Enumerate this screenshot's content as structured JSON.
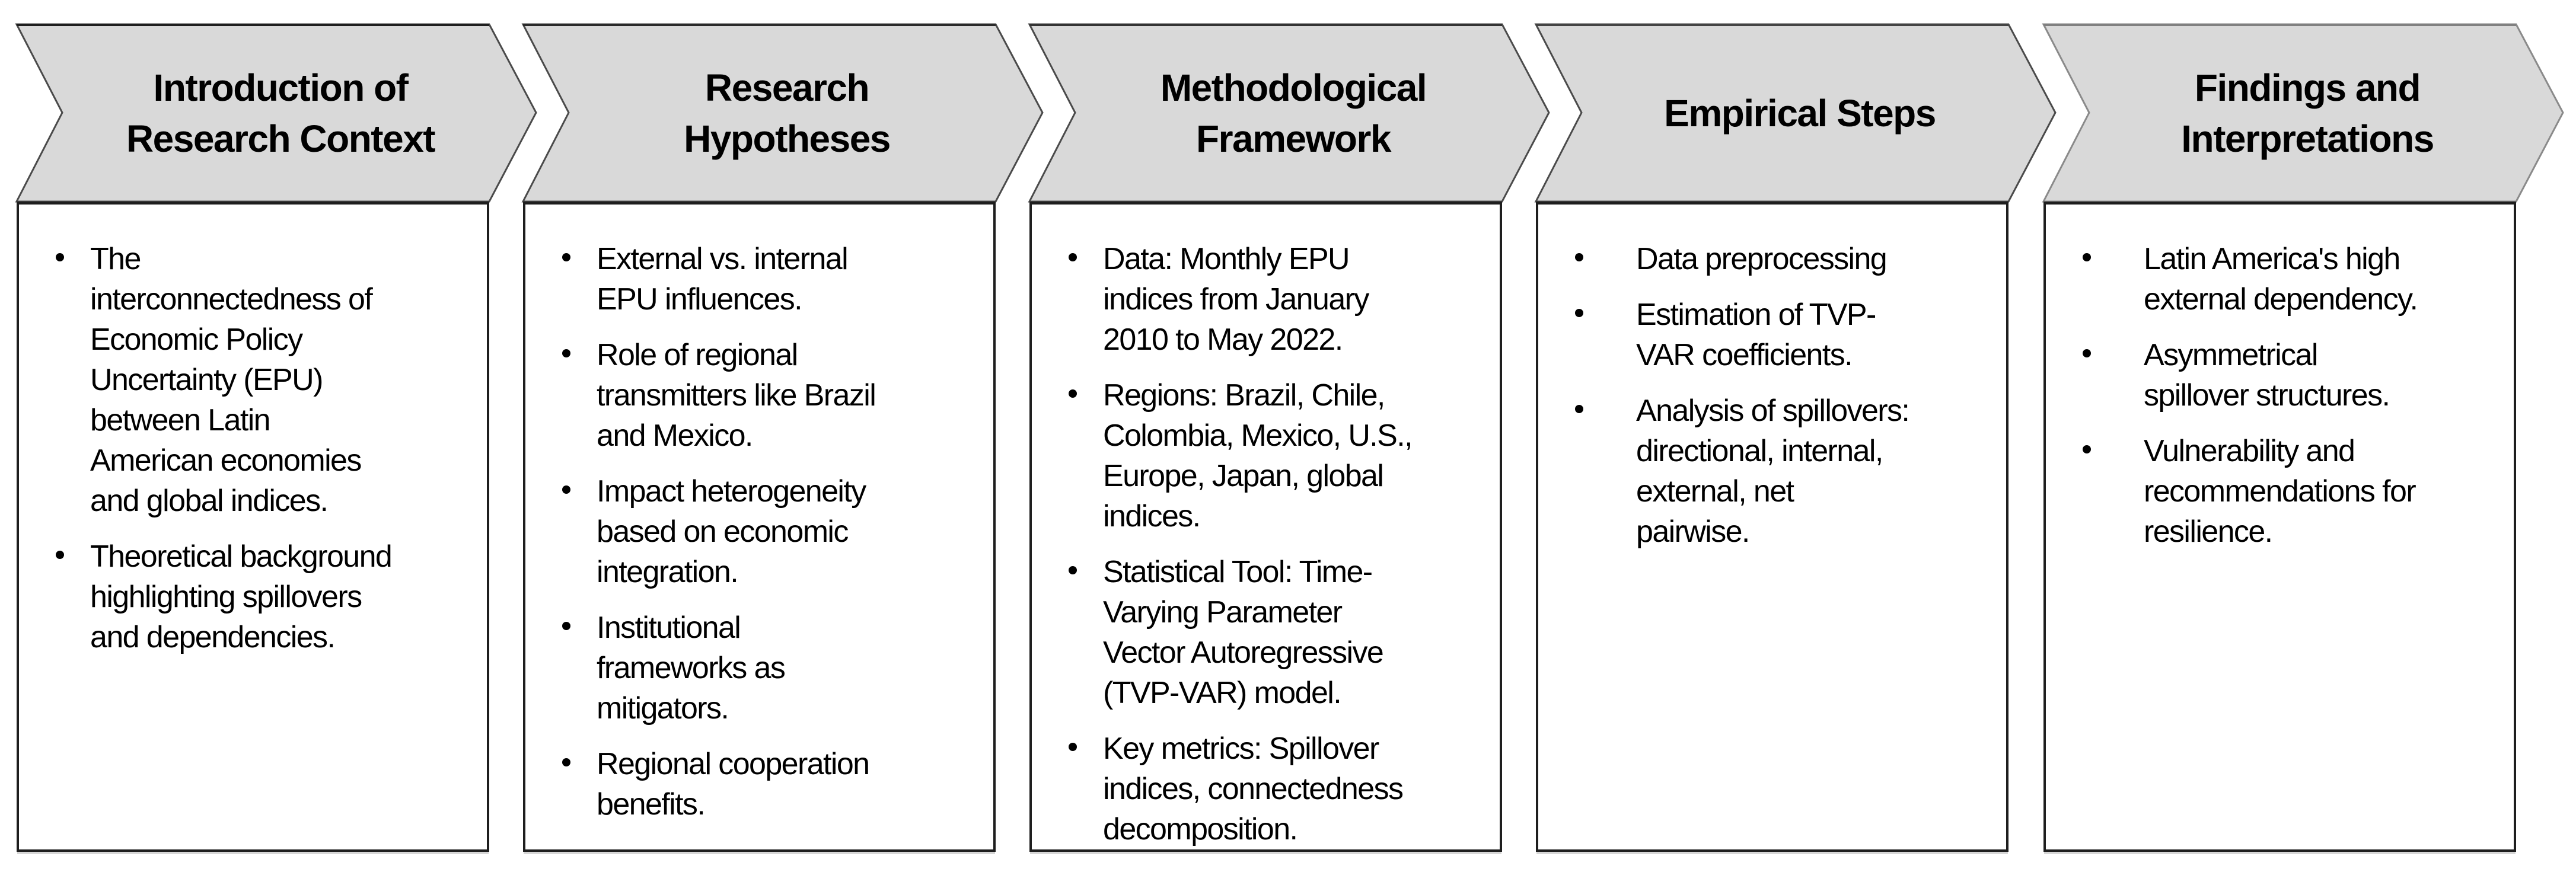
{
  "colors": {
    "chevron_fill": "#d9d9d9",
    "chevron_stroke": "#4a4a4a",
    "chevron_stroke_last": "#8a8a8a",
    "box_border": "#1e1e1e",
    "text": "#000000"
  },
  "stages": [
    {
      "title_lines": [
        "Introduction of",
        "Research Context"
      ],
      "bullets": [
        [
          "The",
          "interconnectedness of",
          "Economic Policy",
          "Uncertainty (EPU)",
          "between Latin",
          "American economies",
          "and global indices."
        ],
        [
          "Theoretical background",
          "highlighting spillovers",
          "and dependencies."
        ]
      ]
    },
    {
      "title_lines": [
        "Research",
        "Hypotheses"
      ],
      "bullets": [
        [
          "External vs. internal",
          "EPU influences."
        ],
        [
          "Role of regional",
          "transmitters like Brazil",
          "and Mexico."
        ],
        [
          "Impact heterogeneity",
          "based on economic",
          "integration."
        ],
        [
          "Institutional",
          "frameworks as",
          "mitigators."
        ],
        [
          "Regional cooperation",
          "benefits."
        ]
      ]
    },
    {
      "title_lines": [
        "Methodological",
        "Framework"
      ],
      "bullets": [
        [
          "Data: Monthly EPU",
          "indices from January",
          "2010 to May 2022."
        ],
        [
          "Regions: Brazil, Chile,",
          "Colombia, Mexico, U.S.,",
          "Europe, Japan, global",
          "indices."
        ],
        [
          "Statistical Tool: Time-",
          "Varying Parameter",
          "Vector Autoregressive",
          "(TVP-VAR) model."
        ],
        [
          "Key metrics: Spillover",
          "indices, connectedness",
          "decomposition."
        ]
      ]
    },
    {
      "title_lines": [
        "Empirical Steps"
      ],
      "bullets": [
        [
          "Data preprocessing"
        ],
        [
          "Estimation of TVP-",
          "VAR coefficients."
        ],
        [
          "Analysis of spillovers:",
          "directional, internal,",
          "external, net",
          "pairwise."
        ]
      ]
    },
    {
      "title_lines": [
        "Findings and",
        "Interpretations"
      ],
      "bullets": [
        [
          "Latin America's high",
          "external dependency."
        ],
        [
          "Asymmetrical",
          "spillover structures."
        ],
        [
          "Vulnerability and",
          "recommendations for",
          "resilience."
        ]
      ]
    }
  ]
}
